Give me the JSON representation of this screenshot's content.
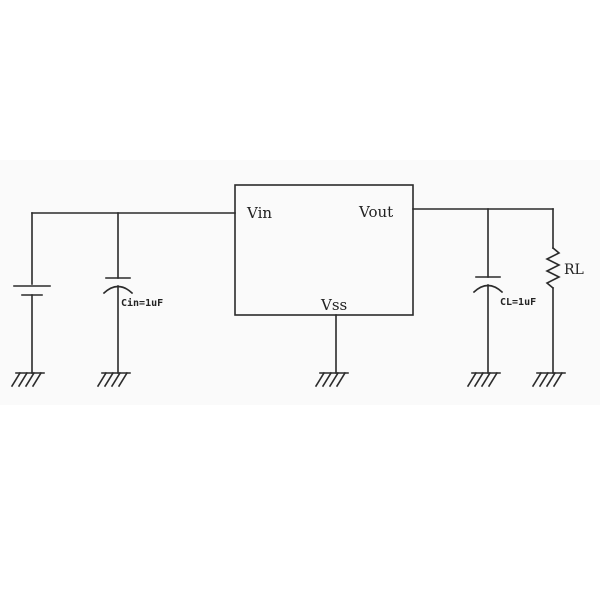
{
  "diagram": {
    "ic": {
      "pin_vin": "Vin",
      "pin_vout": "Vout",
      "pin_vss": "Vss"
    },
    "components": {
      "cin_label": "Cin=1uF",
      "cl_label": "CL=1uF",
      "rl_label": "RL"
    }
  }
}
